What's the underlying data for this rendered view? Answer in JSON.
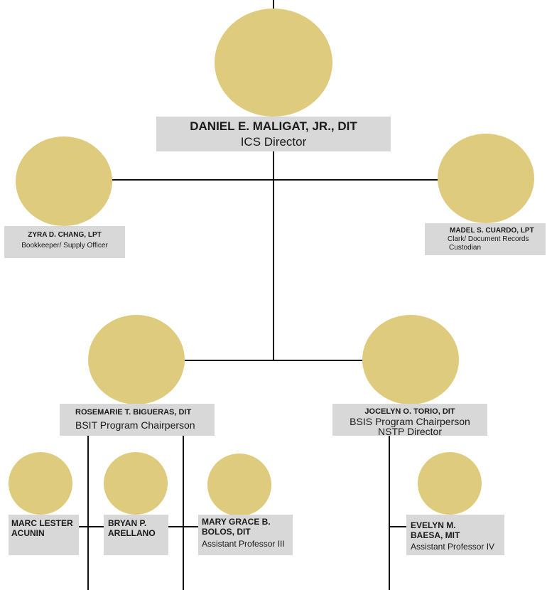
{
  "colors": {
    "photo_placeholder": "#dfcb7d",
    "label_background": "#d8d8d8",
    "connector": "#111111"
  },
  "people": {
    "director": {
      "name": "DANIEL E. MALIGAT, JR., DIT",
      "role": "ICS Director"
    },
    "bookkeeper": {
      "name": "ZYRA D. CHANG, LPT",
      "role": "Bookkeeper/ Supply Officer"
    },
    "clerk": {
      "name": "MADEL S. CUARDO, LPT",
      "role_line1": "Clark/ Document Records",
      "role_line2": "Custodian"
    },
    "bsit_chair": {
      "name": "ROSEMARIE T. BIGUERAS, DIT",
      "role": "BSIT Program Chairperson"
    },
    "bsis_chair": {
      "name": "JOCELYN O. TORIO, DIT",
      "role_line1": "BSIS Program Chairperson",
      "role_line2": "NSTP Director"
    },
    "acunin": {
      "name_line1": "MARC LESTER",
      "name_line2": "ACUNIN"
    },
    "arellano": {
      "name_line1": "BRYAN P.",
      "name_line2": "ARELLANO"
    },
    "bolos": {
      "name_line1": "MARY GRACE B.",
      "name_line2": "BOLOS, DIT",
      "role": "Assistant Professor III"
    },
    "baesa": {
      "name_line1": "EVELYN M.",
      "name_line2": "BAESA, MIT",
      "role": "Assistant Professor IV"
    }
  }
}
